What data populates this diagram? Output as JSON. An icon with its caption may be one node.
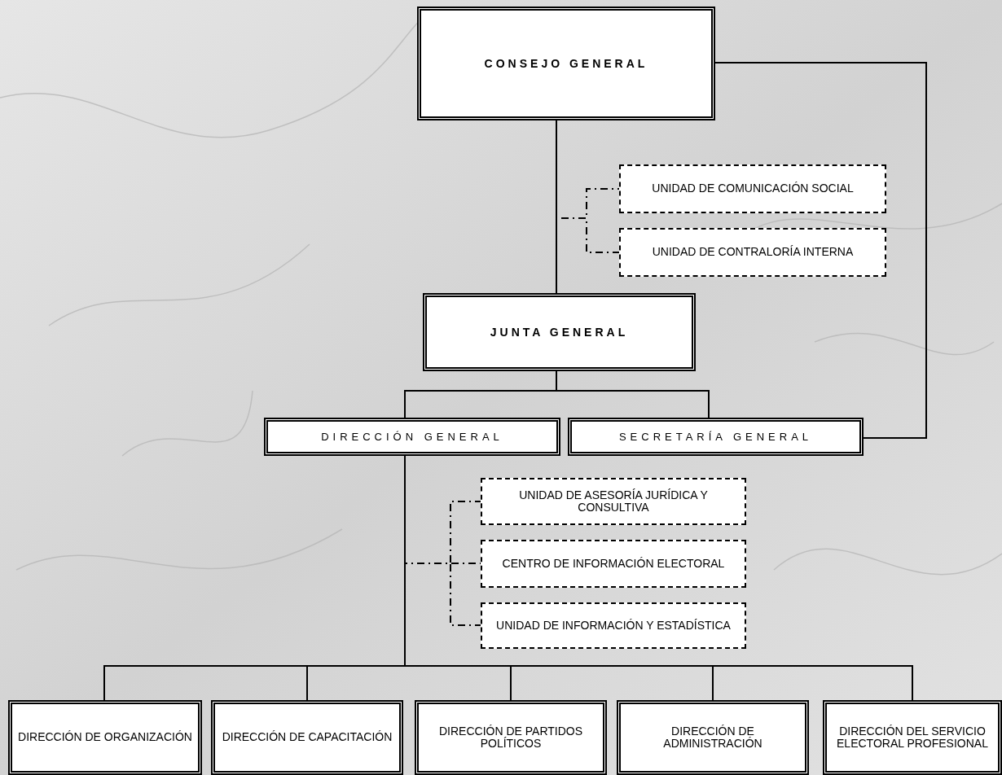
{
  "diagram": {
    "nodes": [
      {
        "text": [
          "CONSEJO GENERAL"
        ]
      },
      {
        "text": [
          "UNIDAD DE COMUNICACIÓN SOCIAL"
        ]
      },
      {
        "text": [
          "UNIDAD DE CONTRALORÍA INTERNA"
        ]
      },
      {
        "text": [
          "JUNTA GENERAL"
        ]
      },
      {
        "text": [
          "DIRECCIÓN GENERAL"
        ]
      },
      {
        "text": [
          "SECRETARÍA GENERAL"
        ]
      },
      {
        "text": [
          "UNIDAD DE ASESORÍA JURÍDICA Y CONSULTIVA"
        ]
      },
      {
        "text": [
          "CENTRO DE INFORMACIÓN ELECTORAL"
        ]
      },
      {
        "text": [
          "UNIDAD DE INFORMACIÓN Y ESTADÍSTICA"
        ]
      },
      {
        "text": [
          "DIRECCIÓN DE ORGANIZACIÓN"
        ]
      },
      {
        "text": [
          "DIRECCIÓN DE CAPACITACIÓN"
        ]
      },
      {
        "text": [
          "DIRECCIÓN DE PARTIDOS POLÍTICOS"
        ]
      },
      {
        "text": [
          "DIRECCIÓN DE ADMINISTRACIÓN"
        ]
      },
      {
        "text": [
          "DIRECCIÓN DEL SERVICIO ELECTORAL PROFESIONAL"
        ]
      }
    ],
    "edges": [
      {
        "from": 0,
        "to": 3,
        "arrow": "none"
      },
      {
        "from": 0,
        "to": 1,
        "arrow": "none",
        "style": "dashed"
      },
      {
        "from": 0,
        "to": 2,
        "arrow": "none",
        "style": "dashed"
      },
      {
        "from": 0,
        "to": 5,
        "arrow": "none"
      },
      {
        "from": 3,
        "to": 4,
        "arrow": "none"
      },
      {
        "from": 3,
        "to": 5,
        "arrow": "none"
      },
      {
        "from": 4,
        "to": 6,
        "arrow": "none",
        "style": "dashed"
      },
      {
        "from": 4,
        "to": 7,
        "arrow": "none",
        "style": "dashed"
      },
      {
        "from": 4,
        "to": 8,
        "arrow": "none",
        "style": "dashed"
      },
      {
        "from": 4,
        "to": 9,
        "arrow": "none"
      },
      {
        "from": 4,
        "to": 10,
        "arrow": "none"
      },
      {
        "from": 4,
        "to": 11,
        "arrow": "none"
      },
      {
        "from": 4,
        "to": 12,
        "arrow": "none"
      },
      {
        "from": 4,
        "to": 13,
        "arrow": "none"
      }
    ]
  }
}
